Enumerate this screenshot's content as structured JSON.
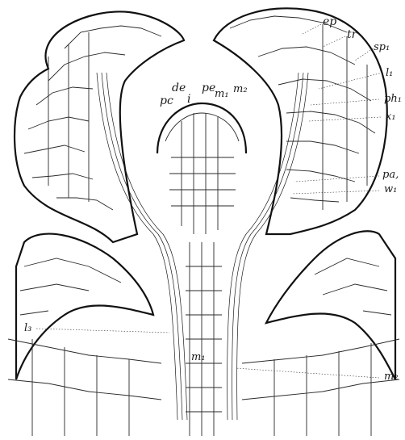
{
  "labels": {
    "ep": "ep",
    "tr": "tr",
    "sp1": "sp₁",
    "l1": "l₁",
    "ph1": "ph₁",
    "x1": "x₁",
    "pa1": "pa,",
    "w1": "w₁",
    "pc": "pc",
    "de": "de",
    "i": "i",
    "pe": "pe",
    "m1_top": "m₁",
    "m2_top": "m₂",
    "l3": "l₃",
    "m1_mid": "m₁",
    "m2_right": "m₂"
  },
  "colors": {
    "ink": "#1a1a1a",
    "paper": "#ffffff"
  }
}
